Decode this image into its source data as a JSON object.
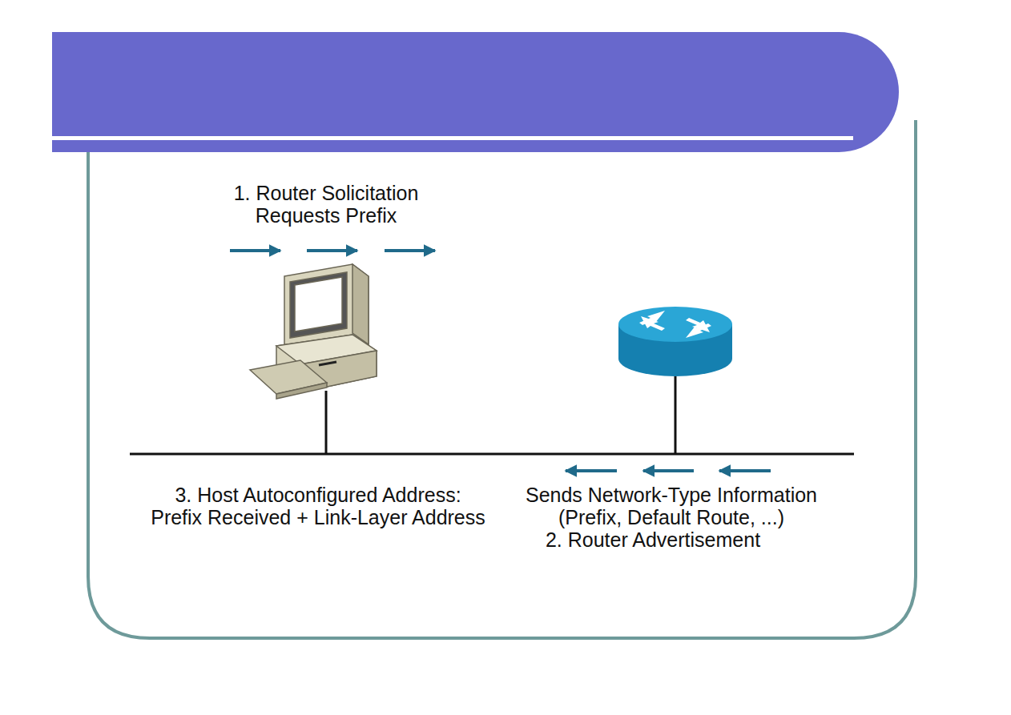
{
  "diagram": {
    "labels": [
      "1. Router Solicitation Requests Prefix",
      "3. Host Autoconfigured Address: Prefix Received + Link-Layer Address",
      "Sends Network-Type Information (Prefix, Default Route, ...)",
      "2. Router Advertisement"
    ]
  }
}
